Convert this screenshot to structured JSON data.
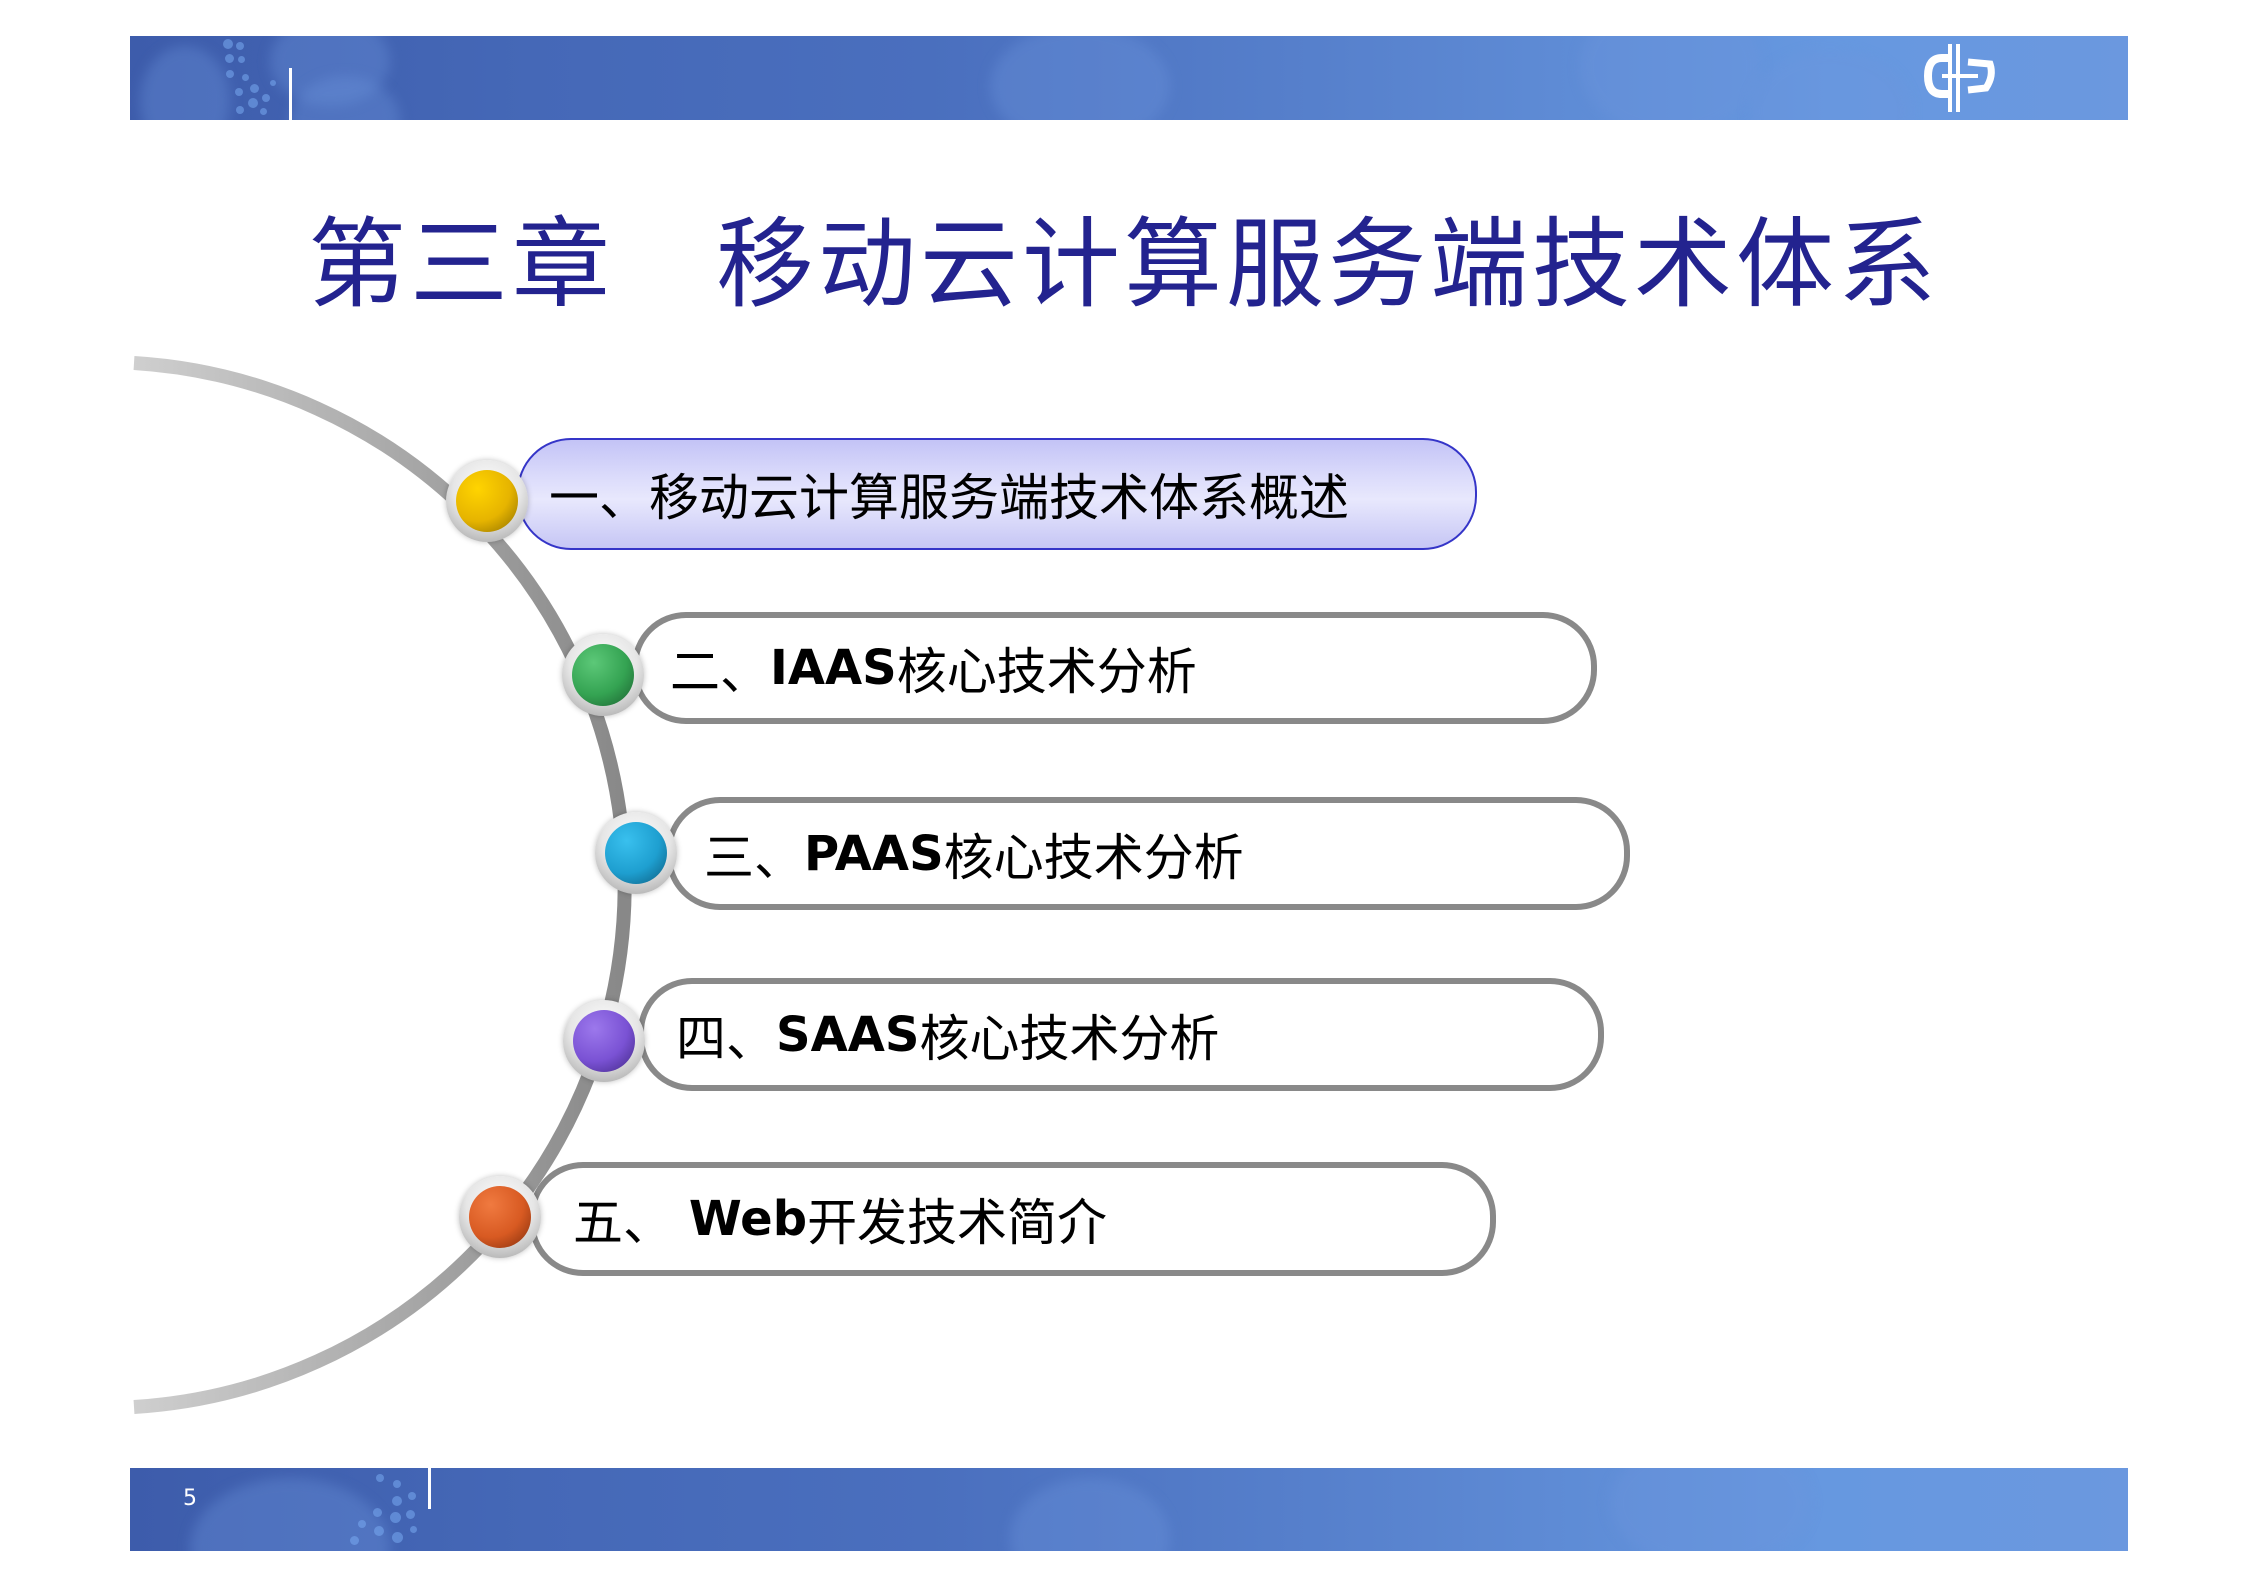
{
  "header": {
    "logo_icon": "company-logo-icon"
  },
  "title": "第三章　移动云计算服务端技术体系",
  "items": [
    {
      "index": "一、",
      "bold": "",
      "text": "移动云计算服务端技术体系概述",
      "color": "#e8b800",
      "color_dark": "#9a7a00",
      "active": true
    },
    {
      "index": "二、",
      "bold": "IAAS",
      "text": "核心技术分析",
      "color": "#3aaa55",
      "color_dark": "#1e6b34",
      "active": false
    },
    {
      "index": "三、",
      "bold": "PAAS",
      "text": "核心技术分析",
      "color": "#22a5d6",
      "color_dark": "#0f5f82",
      "active": false
    },
    {
      "index": "四、",
      "bold": "SAAS",
      "text": "核心技术分析",
      "color": "#8a60e0",
      "color_dark": "#4a2d90",
      "active": false
    },
    {
      "index": "五、 ",
      "bold": "Web",
      "text": "开发技术简介",
      "color": "#e0622a",
      "color_dark": "#8a3010",
      "active": false
    }
  ],
  "footer": {
    "page_number": "5"
  }
}
